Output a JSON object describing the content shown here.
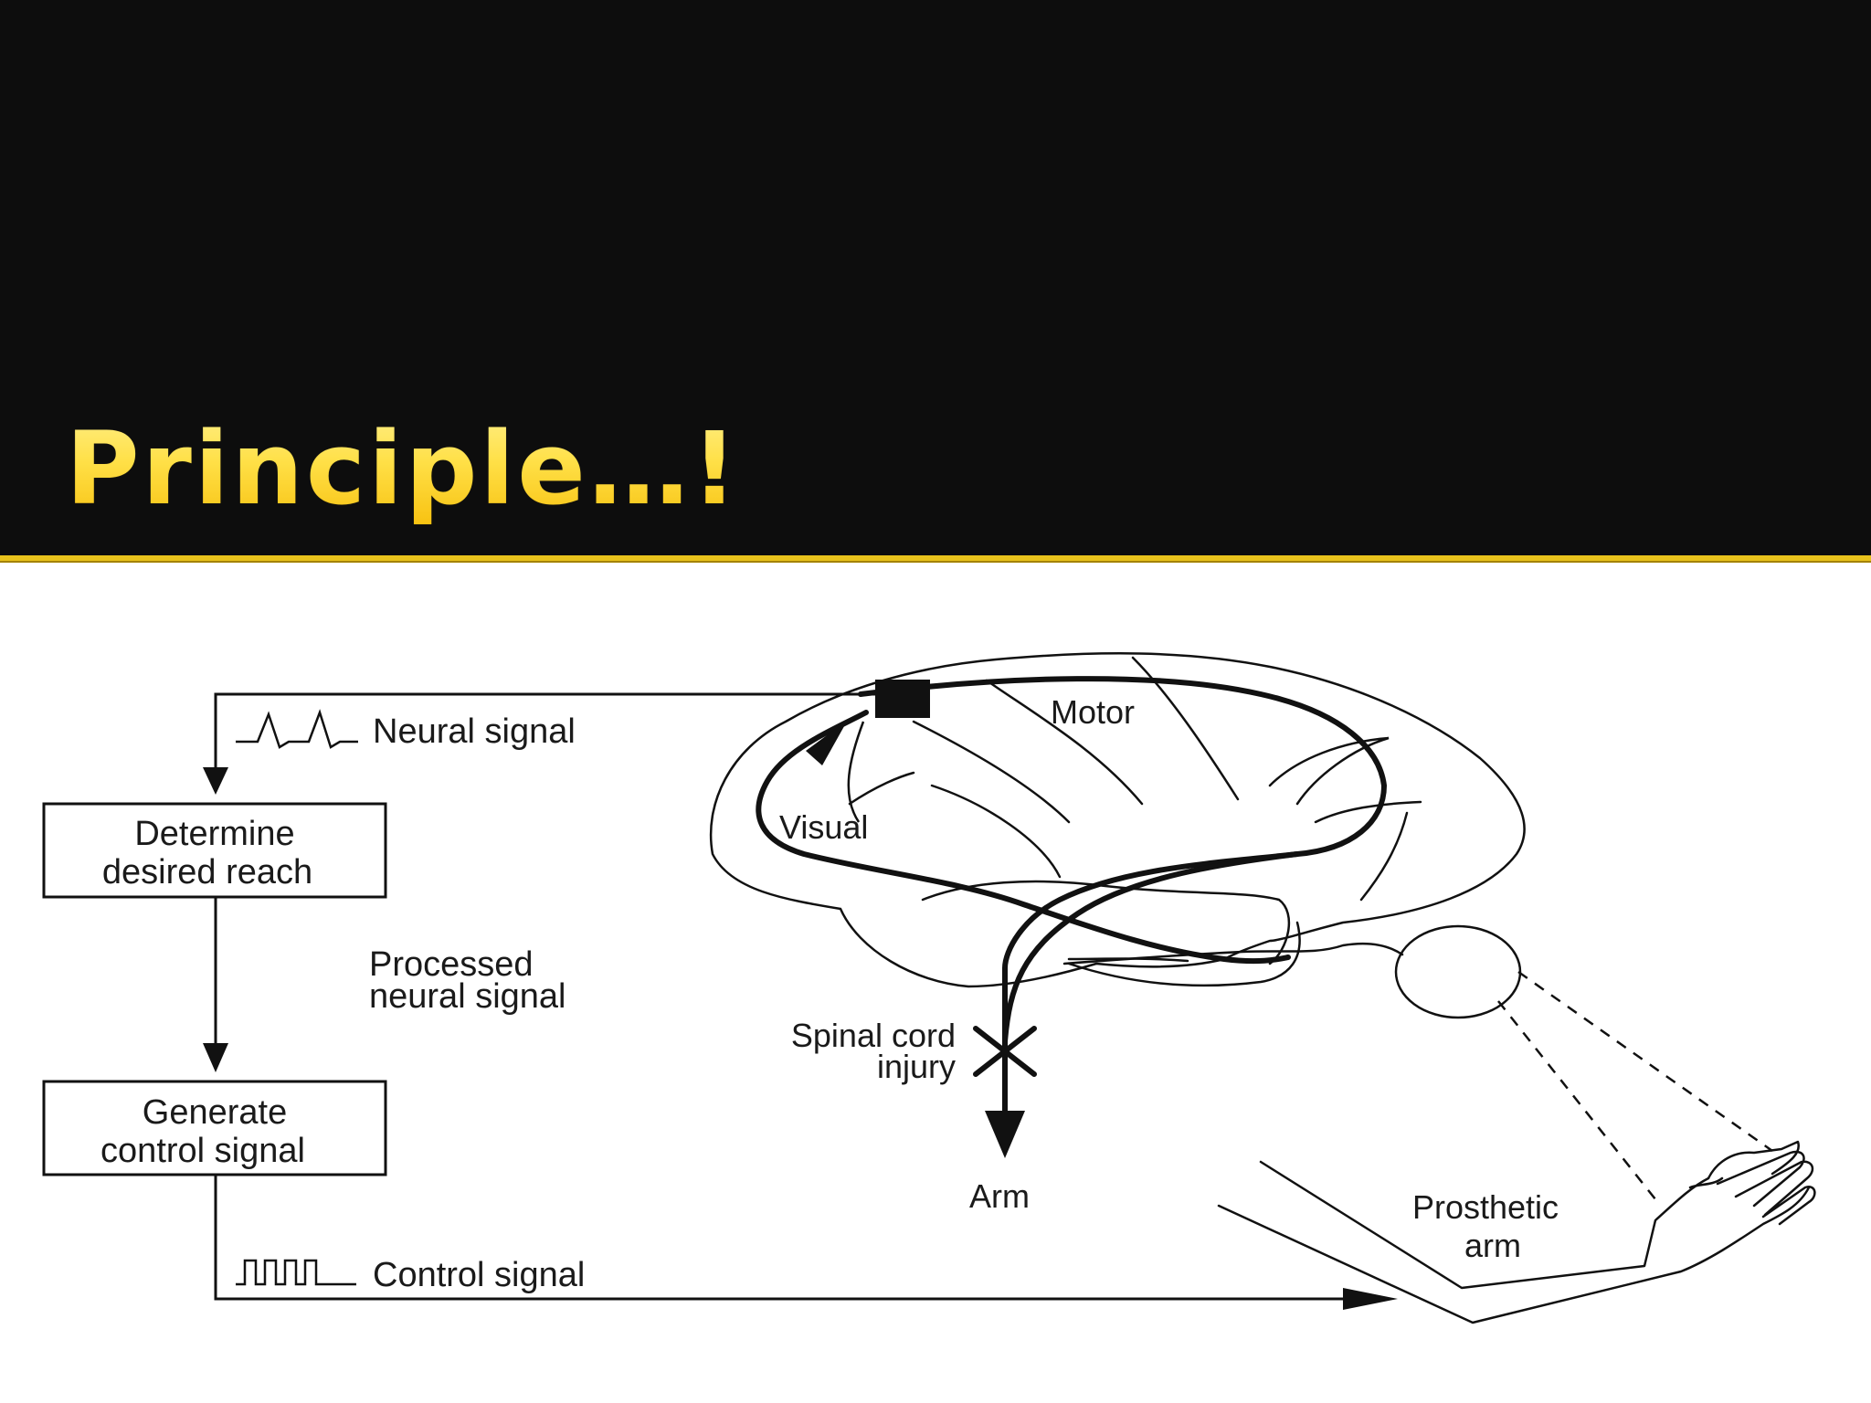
{
  "slide": {
    "title": "Principle…!"
  },
  "diagram": {
    "neural_signal": "Neural signal",
    "box1_line1": "Determine",
    "box1_line2": "desired reach",
    "processed_line1": "Processed",
    "processed_line2": "neural signal",
    "box2_line1": "Generate",
    "box2_line2": "control signal",
    "control_signal": "Control signal",
    "motor": "Motor",
    "visual": "Visual",
    "injury_line1": "Spinal cord",
    "injury_line2": "injury",
    "arm": "Arm",
    "prosthetic_line1": "Prosthetic",
    "prosthetic_line2": "arm"
  }
}
